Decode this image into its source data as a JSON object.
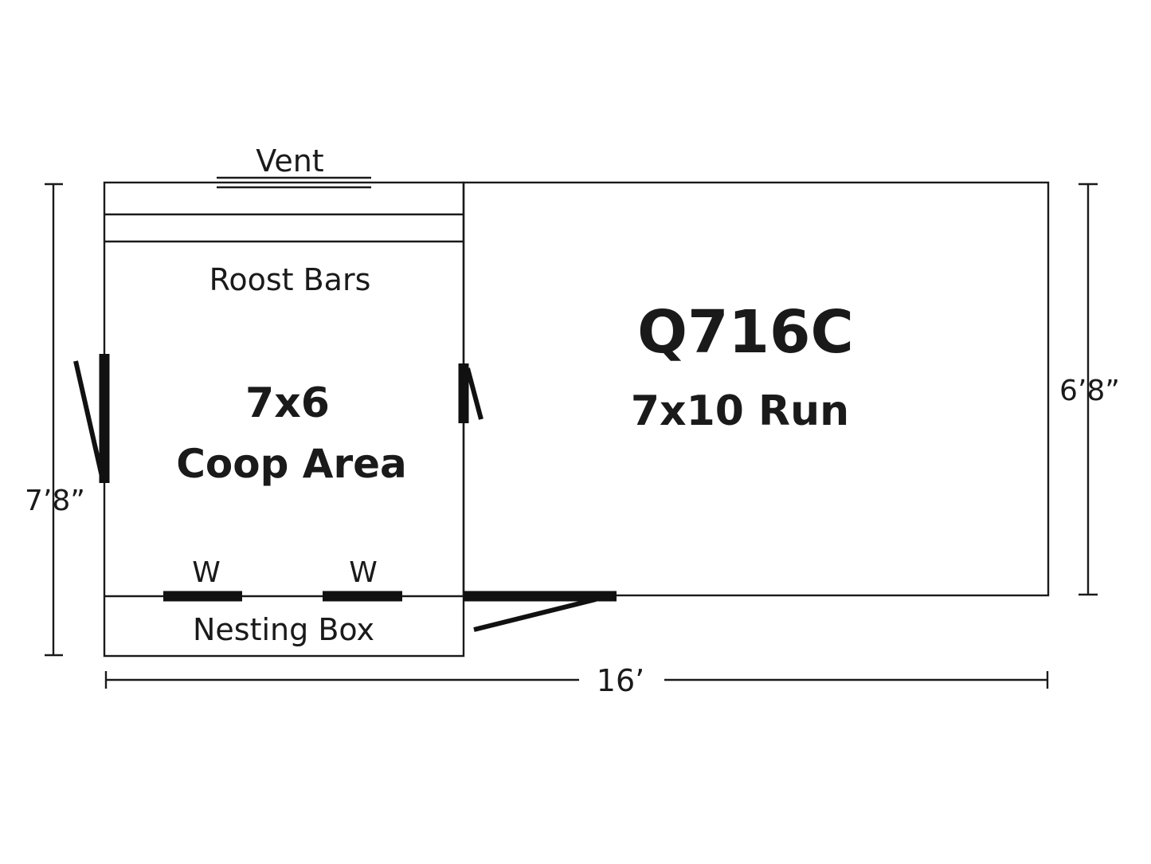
{
  "plan": {
    "model": "Q716C",
    "coop": {
      "size": "7x6",
      "name": "Coop Area"
    },
    "run": {
      "size": "7x10 Run"
    },
    "labels": {
      "vent": "Vent",
      "roost_bars": "Roost Bars",
      "nesting_box": "Nesting Box",
      "window_left": "W",
      "window_right": "W"
    },
    "dimensions": {
      "coop_depth": "7’8”",
      "run_depth": "6’8”",
      "length": "16’"
    }
  }
}
